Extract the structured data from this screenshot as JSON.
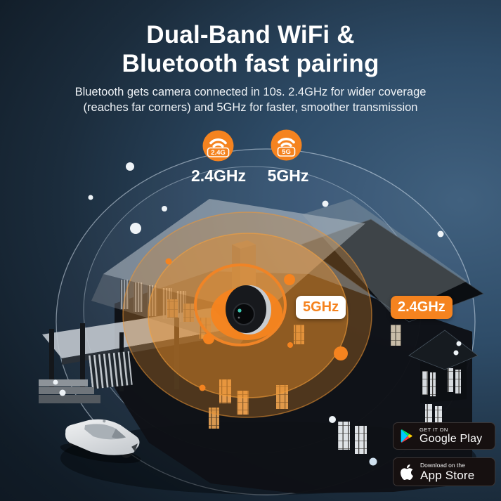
{
  "header": {
    "title_line1": "Dual-Band WiFi &",
    "title_line2": "Bluetooth fast pairing",
    "subtitle_line1": "Bluetooth gets camera connected in 10s. 2.4GHz for wider coverage",
    "subtitle_line2": "(reaches far corners) and 5GHz for faster, smoother transmission"
  },
  "bands": {
    "band24": {
      "icon_chip": "2.4G",
      "label": "2.4GHz"
    },
    "band5": {
      "icon_chip": "5G",
      "label": "5GHz"
    }
  },
  "coverage_labels": {
    "inner_5ghz": "5GHz",
    "outer_24ghz": "2.4GHz"
  },
  "badges": {
    "google_play": {
      "tagline": "GET IT ON",
      "store": "Google Play"
    },
    "app_store": {
      "tagline": "Download on the",
      "store": "App Store"
    }
  },
  "colors": {
    "accent_orange": "#F5831F",
    "tag_5ghz_bg": "#FFFFFF",
    "tag_5ghz_text": "#F5831F",
    "tag_24ghz_bg": "#F5831F",
    "tag_24ghz_text": "#FFFFFF",
    "background_dark": "#111C27",
    "background_light": "#41617F",
    "badge_bg": "#161010",
    "play_cyan": "#00C9FF",
    "play_green": "#00E96C",
    "play_red": "#FF3A44",
    "play_yellow": "#FFD000"
  },
  "icons": {
    "wifi": "wifi-arcs",
    "google_play": "play-triangle",
    "apple": "apple-logo"
  }
}
